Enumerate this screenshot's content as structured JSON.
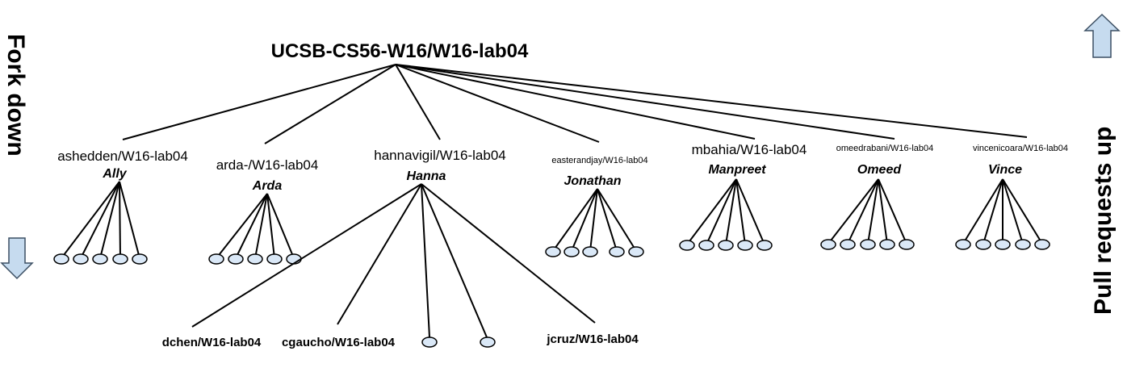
{
  "root": {
    "label": "UCSB-CS56-W16/W16-lab04"
  },
  "side": {
    "left": "Fork down",
    "right": "Pull requests up"
  },
  "forks": [
    {
      "repo": "ashedden/W16-lab04",
      "person": "Ally",
      "children": 5
    },
    {
      "repo": "arda-/W16-lab04",
      "person": "Arda",
      "children": 5
    },
    {
      "repo": "hannavigil/W16-lab04",
      "person": "Hanna",
      "children": 5
    },
    {
      "repo": "easterandjay/W16-lab04",
      "person": "Jonathan",
      "children": 5
    },
    {
      "repo": "mbahia/W16-lab04",
      "person": "Manpreet",
      "children": 5
    },
    {
      "repo": "omeedrabani/W16-lab04",
      "person": "Omeed",
      "children": 5
    },
    {
      "repo": "vincenicoara/W16-lab04",
      "person": "Vince",
      "children": 5
    }
  ],
  "hanna_forks": [
    {
      "label": "dchen/W16-lab04"
    },
    {
      "label": "cgaucho/W16-lab04"
    },
    {
      "label": ""
    },
    {
      "label": ""
    },
    {
      "label": "jcruz/W16-lab04"
    }
  ],
  "colors": {
    "node_fill": "#dae8f7",
    "arrow_fill": "#c6dbef",
    "line": "#000000"
  },
  "icons": {
    "left_arrow": "down-arrow-icon",
    "right_arrow": "up-arrow-icon"
  }
}
